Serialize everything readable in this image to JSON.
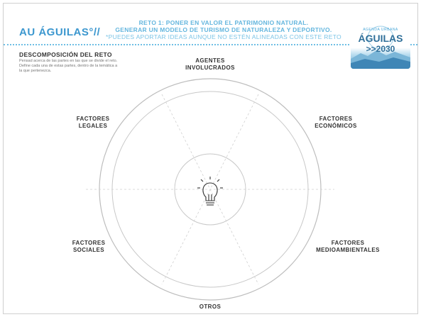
{
  "header": {
    "brand": "AU ÁGUILAS°//",
    "line1": "RETO 1: PONER EN VALOR EL PATRIMONIO NATURAL.",
    "line2": "GENERAR UN MODELO DE TURISMO DE NATURALEZA Y DEPORTIVO.",
    "note": "*PUEDES APORTAR IDEAS AUNQUE NO ESTÉN ALINEADAS CON ESTE RETO"
  },
  "logo": {
    "top": "AGENDA URBANA",
    "name": "ÁGUILAS",
    "year": ">>2030"
  },
  "decomposition": {
    "title": "DESCOMPOSICIÓN DEL RETO",
    "desc_line1": "Pensad acerca de las partes en las que se divide el reto.",
    "desc_line2": "Define cada una de estas partes, dentro de la temática a",
    "desc_line3": "la que pertenezca."
  },
  "segments": {
    "top_line1": "AGENTES",
    "top_line2": "INVOLUCRADOS",
    "upper_left_line1": "FACTORES",
    "upper_left_line2": "LEGALES",
    "upper_right_line1": "FACTORES",
    "upper_right_line2": "ECONÓMICOS",
    "lower_left_line1": "FACTORES",
    "lower_left_line2": "SOCIALES",
    "lower_right_line1": "FACTORES",
    "lower_right_line2": "MEDIOAMBIENTALES",
    "bottom": "OTROS"
  },
  "center_icon": "lightbulb-icon",
  "colors": {
    "accent": "#3c97cf",
    "accent_light": "#64b6de",
    "lines": "#bdbdbd"
  }
}
